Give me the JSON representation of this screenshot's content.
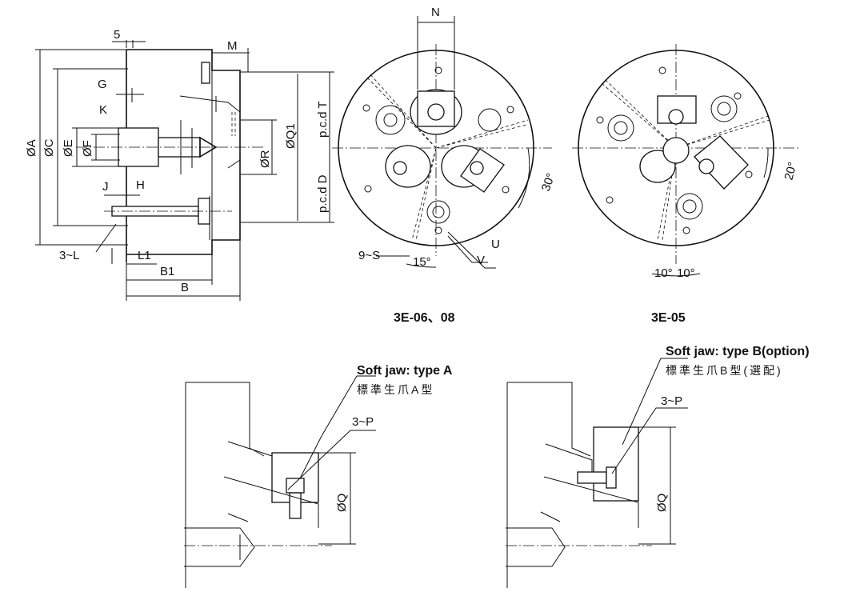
{
  "left_view": {
    "dims": {
      "five": "5",
      "M": "M",
      "G": "G",
      "K": "K",
      "A": "ØA",
      "C": "ØC",
      "E": "ØE",
      "F": "ØF",
      "J": "J",
      "H": "H",
      "R": "ØR",
      "Q1": "ØQ1",
      "pcdT": "p.c.d T",
      "pcdD": "p.c.d D",
      "L": "3~L",
      "L1": "L1",
      "B1": "B1",
      "B": "B"
    }
  },
  "front_view_1": {
    "title": "3E-06、08",
    "dims": {
      "N": "N",
      "angle30": "30°",
      "angle15": "15°",
      "S": "9~S",
      "U": "U",
      "V": "V"
    }
  },
  "front_view_2": {
    "title": "3E-05",
    "dims": {
      "angle20": "20°",
      "angle10a": "10°",
      "angle10b": "10°"
    }
  },
  "soft_jaw_a": {
    "title_en": "Soft jaw: type A",
    "title_cn": "標準生爪A型",
    "P": "3~P",
    "Q": "ØQ"
  },
  "soft_jaw_b": {
    "title_en": "Soft jaw: type B(option)",
    "title_cn": "標準生爪B型(選配)",
    "P": "3~P",
    "Q": "ØQ"
  }
}
